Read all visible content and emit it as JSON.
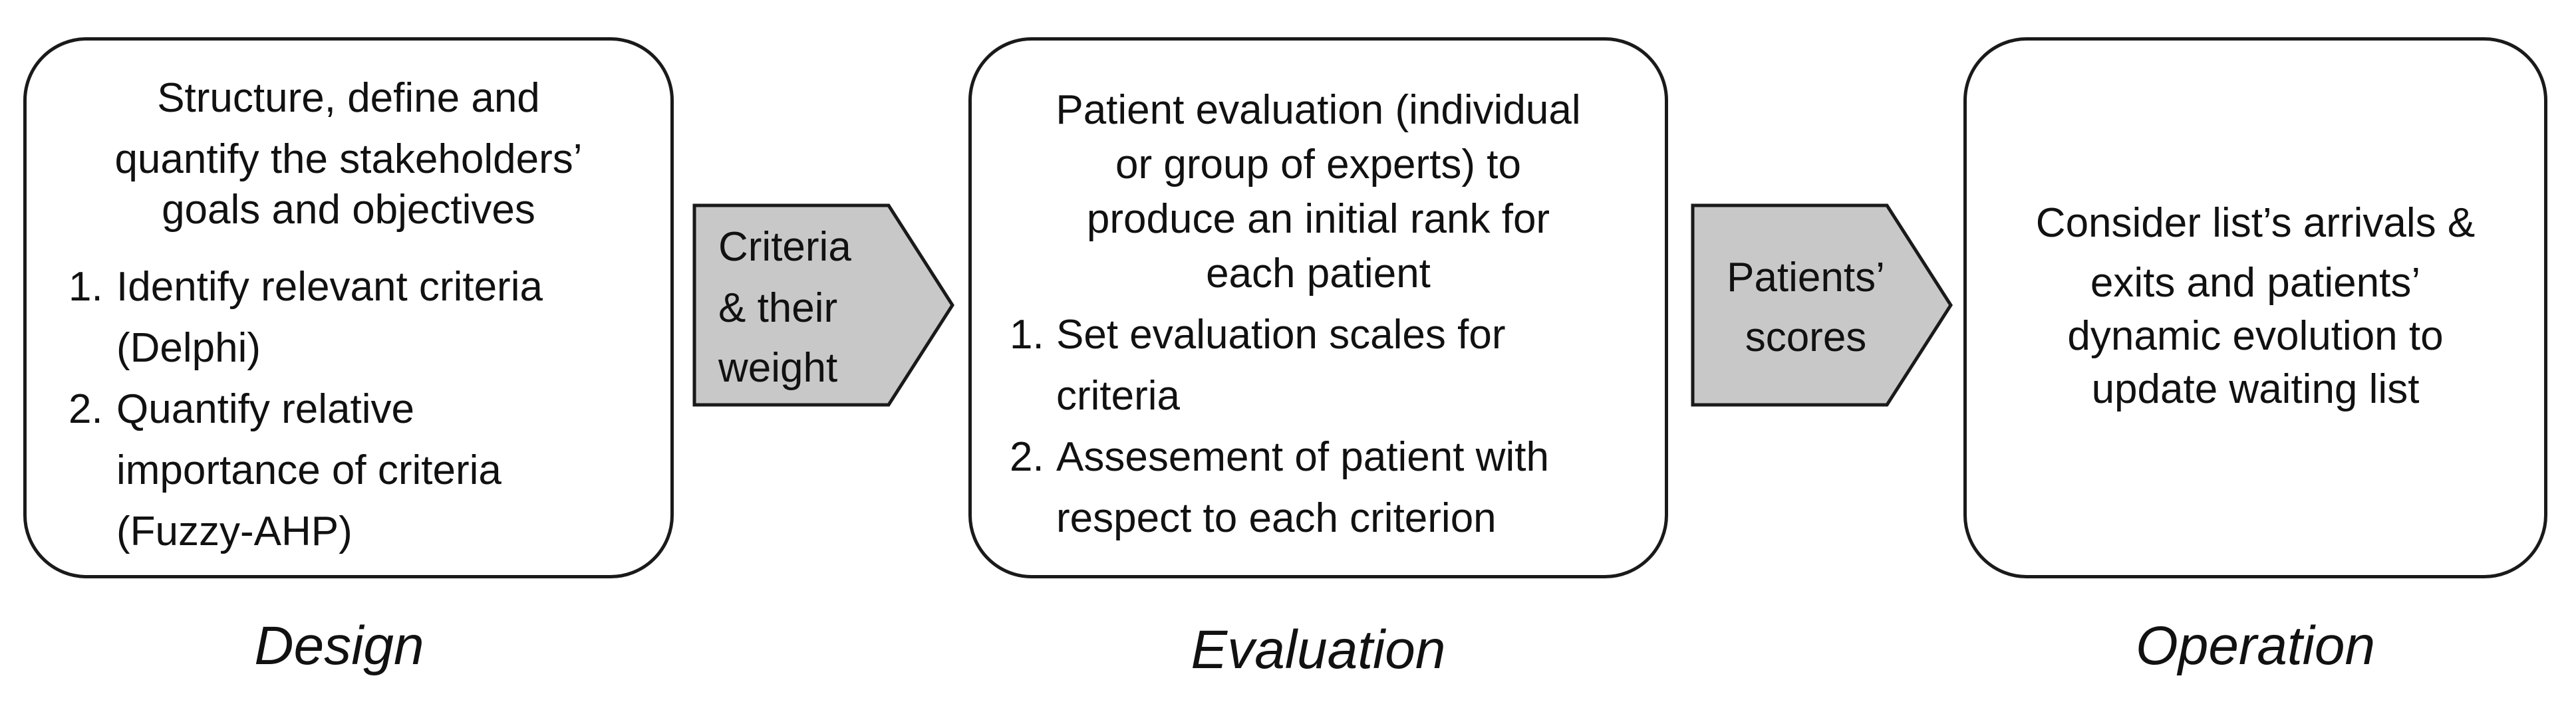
{
  "design": {
    "intro": [
      "Structure, define and",
      "quantify  the stakeholders’",
      "goals and objectives"
    ],
    "items": [
      {
        "num": "1.",
        "lines": [
          "Identify relevant criteria",
          "(Delphi)"
        ]
      },
      {
        "num": "2.",
        "lines": [
          "Quantify relative",
          "importance of criteria",
          "(Fuzzy-AHP)"
        ]
      }
    ],
    "label": "Design"
  },
  "arrow1": {
    "lines": [
      "Criteria",
      "& their",
      "weight"
    ]
  },
  "evaluation": {
    "intro": [
      "Patient evaluation (individual",
      "or group of experts) to",
      "produce an initial rank  for",
      "each patient"
    ],
    "items": [
      {
        "num": "1.",
        "lines": [
          "Set evaluation scales for",
          "criteria"
        ]
      },
      {
        "num": "2.",
        "lines": [
          "Assesement of patient with",
          "respect to each criterion"
        ]
      }
    ],
    "label": "Evaluation"
  },
  "arrow2": {
    "lines": [
      "Patients’",
      "scores"
    ]
  },
  "operation": {
    "text": [
      "Consider list’s arrivals &",
      "exits and patients’",
      "dynamic evolution to",
      "update waiting list"
    ],
    "label": "Operation"
  },
  "colors": {
    "border": "#1a1a1a",
    "arrow_fill": "#c8c8c8"
  }
}
